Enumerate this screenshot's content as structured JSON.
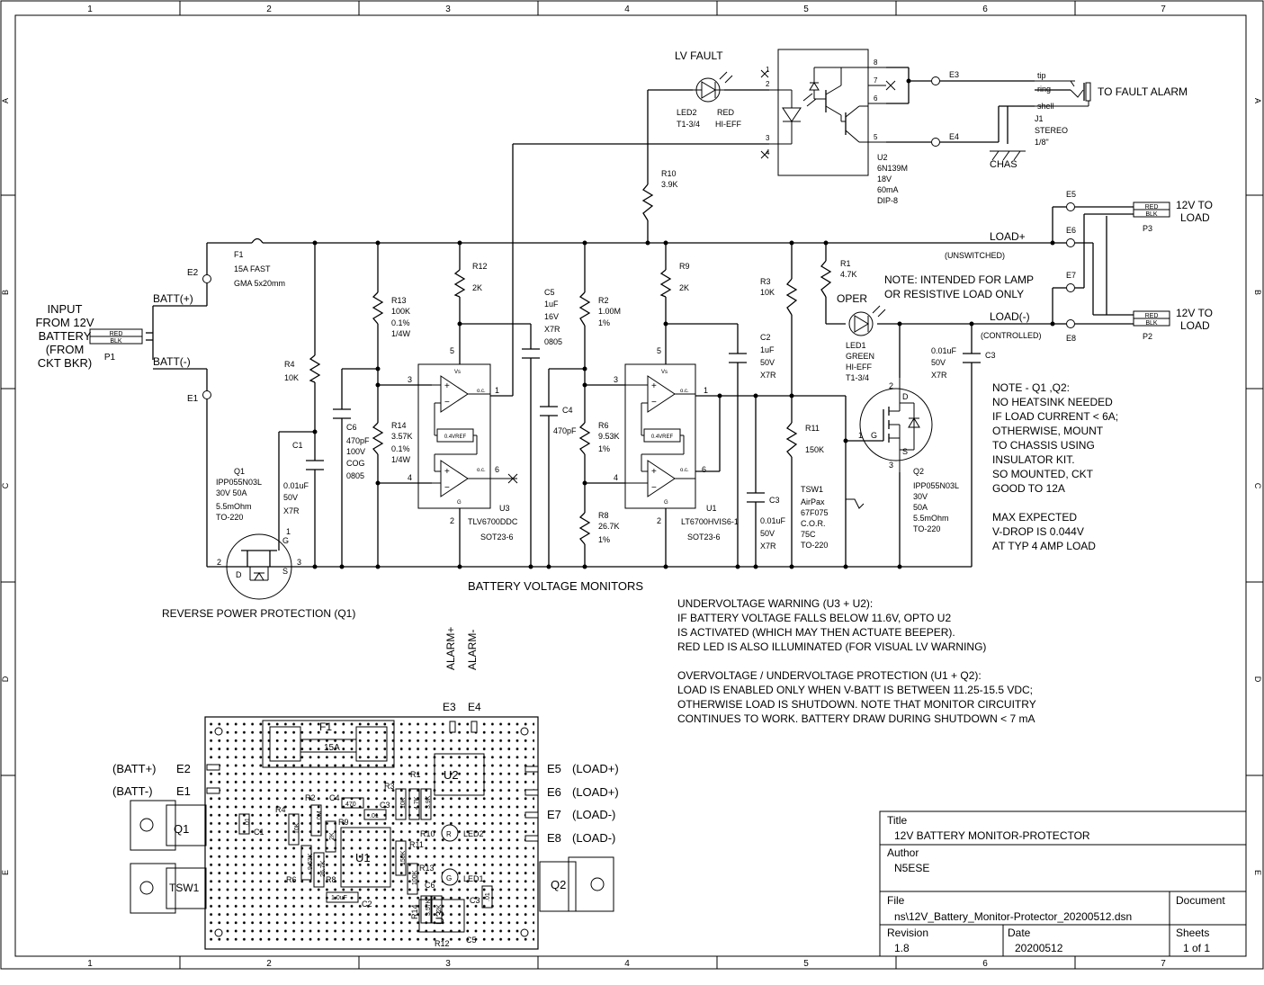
{
  "frame": {
    "cols": [
      "1",
      "2",
      "3",
      "4",
      "5",
      "6",
      "7"
    ],
    "rows": [
      "A",
      "B",
      "C",
      "D",
      "E"
    ]
  },
  "title_block": {
    "title_label": "Title",
    "title": "12V BATTERY MONITOR-PROTECTOR",
    "author_label": "Author",
    "author": "N5ESE",
    "file_label": "File",
    "file": "ns\\12V_Battery_Monitor-Protector_20200512.dsn",
    "document_label": "Document",
    "revision_label": "Revision",
    "revision": "1.8",
    "date_label": "Date",
    "date": "20200512",
    "sheets_label": "Sheets",
    "sheets": "1 of 1"
  },
  "input": {
    "lines": [
      "INPUT",
      "FROM 12V",
      "BATTERY",
      "(FROM",
      "CKT BKR)"
    ],
    "p1": "P1",
    "red": "RED",
    "blk": "BLK",
    "batt_pos": "BATT(+)",
    "batt_neg": "BATT(-)",
    "e1": "E1",
    "e2": "E2"
  },
  "fuse": {
    "ref": "F1",
    "l1": "15A FAST",
    "l2": "GMA 5x20mm"
  },
  "q1": {
    "lines": [
      "Q1",
      "IPP055N03L",
      "30V 50A",
      "5.5mOhm",
      "TO-220"
    ],
    "caption": "REVERSE POWER PROTECTION (Q1)",
    "pin2": "2",
    "pin3": "3",
    "pin1": "1",
    "d": "D",
    "s": "S",
    "g": "G"
  },
  "r4": {
    "ref": "R4",
    "val": "10K"
  },
  "c1": {
    "lines": [
      "C1",
      "0.01uF",
      "50V",
      "X7R"
    ]
  },
  "c6": {
    "lines": [
      "C6",
      "470pF",
      "100V",
      "COG",
      "0805"
    ]
  },
  "r13": {
    "lines": [
      "R13",
      "100K",
      "0.1%",
      "1/4W"
    ]
  },
  "r14": {
    "lines": [
      "R14",
      "3.57K",
      "0.1%",
      "1/4W"
    ]
  },
  "r12": {
    "ref": "R12",
    "val": "2K"
  },
  "u3": {
    "ref": "U3",
    "part": "TLV6700DDC",
    "pkg": "SOT23-6",
    "vref": "0.4VREF",
    "vs": "Vs",
    "oc1": "o.c.",
    "oc2": "o.c.",
    "g": "G",
    "p1": "1",
    "p2": "2",
    "p3": "3",
    "p4": "4",
    "p5": "5",
    "p6": "6"
  },
  "c5": {
    "lines": [
      "C5",
      "1uF",
      "16V",
      "X7R",
      "0805"
    ]
  },
  "c4": {
    "ref": "C4",
    "val": "470pF"
  },
  "r2": {
    "lines": [
      "R2",
      "1.00M",
      "1%"
    ]
  },
  "r6": {
    "lines": [
      "R6",
      "9.53K",
      "1%"
    ]
  },
  "r8": {
    "lines": [
      "R8",
      "26.7K",
      "1%"
    ]
  },
  "r9": {
    "ref": "R9",
    "val": "2K"
  },
  "u1": {
    "ref": "U1",
    "part": "LT6700HVIS6-1",
    "pkg": "SOT23-6",
    "vref": "0.4VREF",
    "vs": "Vs",
    "oc1": "o.c.",
    "oc2": "o.c.",
    "g": "G",
    "p1": "1",
    "p2": "2",
    "p3": "3",
    "p4": "4",
    "p5": "5",
    "p6": "6"
  },
  "monitors_caption": "BATTERY VOLTAGE MONITORS",
  "r10": {
    "ref": "R10",
    "val": "3.9K"
  },
  "led2": {
    "caption": "LV FAULT",
    "lines": [
      "LED2",
      "T1-3/4"
    ],
    "lines2": [
      "RED",
      "HI-EFF"
    ]
  },
  "u2": {
    "lines": [
      "U2",
      "6N139M",
      "18V",
      "60mA",
      "DIP-8"
    ],
    "p1": "1",
    "p2": "2",
    "p3": "3",
    "p4": "4",
    "p5": "5",
    "p6": "6",
    "p7": "7",
    "p8": "8"
  },
  "j1": {
    "e3": "E3",
    "e4": "E4",
    "tip": "tip",
    "ring": "ring",
    "shell": "shell",
    "lines": [
      "J1",
      "STEREO",
      "1/8\""
    ],
    "chas": "CHAS",
    "dest": "TO FAULT ALARM"
  },
  "r3": {
    "ref": "R3",
    "val": "10K"
  },
  "c2": {
    "lines": [
      "C2",
      "1uF",
      "50V",
      "X7R"
    ]
  },
  "c3b": {
    "lines": [
      "C3",
      "0.01uF",
      "50V",
      "X7R"
    ]
  },
  "r11": {
    "ref": "R11",
    "val": "150K"
  },
  "tsw1": {
    "lines": [
      "TSW1",
      "AirPax",
      "67F075",
      "C.O.R.",
      "75C",
      "TO-220"
    ]
  },
  "r1": {
    "ref": "R1",
    "val": "4.7K"
  },
  "led1": {
    "caption": "OPER",
    "lines": [
      "LED1",
      "GREEN",
      "HI-EFF",
      "T1-3/4"
    ]
  },
  "c3": {
    "lines": [
      "0.01uF",
      "50V",
      "X7R"
    ],
    "ref": "C3"
  },
  "q2": {
    "lines": [
      "Q2",
      "IPP055N03L",
      "30V",
      "50A",
      "5.5mOhm",
      "TO-220"
    ],
    "d": "D",
    "s": "S",
    "g": "G",
    "p1": "1",
    "p2": "2",
    "p3": "3"
  },
  "outputs": {
    "load_pos": "LOAD+",
    "unswitched": "(UNSWITCHED)",
    "load_neg": "LOAD(-)",
    "controlled": "(CONTROLLED)",
    "e5": "E5",
    "e6": "E6",
    "e7": "E7",
    "e8": "E8",
    "red": "RED",
    "blk": "BLK",
    "p3": "P3",
    "p2": "P2",
    "to_load1": [
      "12V TO",
      "LOAD"
    ],
    "to_load2": [
      "12V TO",
      "LOAD"
    ]
  },
  "note_lamp": [
    "NOTE: INTENDED FOR LAMP",
    "OR RESISTIVE LOAD ONLY"
  ],
  "note_q": [
    "NOTE - Q1 ,Q2:",
    "NO HEATSINK NEEDED",
    "IF LOAD CURRENT < 6A;",
    "OTHERWISE, MOUNT",
    "TO CHASSIS USING",
    "INSULATOR KIT.",
    "SO MOUNTED, CKT",
    "GOOD TO 12A",
    "",
    "MAX EXPECTED",
    "V-DROP IS 0.044V",
    "AT TYP 4 AMP LOAD"
  ],
  "desc": [
    "UNDERVOLTAGE WARNING (U3 + U2):",
    "IF BATTERY VOLTAGE FALLS BELOW 11.6V, OPTO U2",
    "IS ACTIVATED (WHICH MAY THEN ACTUATE BEEPER).",
    "RED LED IS ALSO ILLUMINATED (FOR VISUAL LV WARNING)",
    "",
    "OVERVOLTAGE / UNDERVOLTAGE PROTECTION (U1 + Q2):",
    "LOAD IS ENABLED ONLY WHEN V-BATT IS BETWEEN 11.25-15.5 VDC;",
    "OTHERWISE LOAD IS SHUTDOWN.  NOTE THAT MONITOR CIRCUITRY",
    "CONTINUES TO WORK.  BATTERY DRAW DURING SHUTDOWN < 7 mA"
  ],
  "layout": {
    "alarm_pos": "ALARM+",
    "alarm_neg": "ALARM-",
    "e3": "E3",
    "e4": "E4",
    "batt_pos": "(BATT+)",
    "e2": "E2",
    "batt_neg": "(BATT-)",
    "e1": "E1",
    "e5": "E5",
    "load5": "(LOAD+)",
    "e6": "E6",
    "load6": "(LOAD+)",
    "e7": "E7",
    "load7": "(LOAD-)",
    "e8": "E8",
    "load8": "(LOAD-)",
    "f1": "F1",
    "f1v": "15A",
    "q1": "Q1",
    "tsw1": "TSW1",
    "q2": "Q2",
    "u1": "U1",
    "u2": "U2",
    "u3": "U3",
    "r1": "R1",
    "r2": "R2",
    "r3": "R3",
    "r4": "R4",
    "r5": "R5",
    "r6": "R6",
    "r8": "R8",
    "r9": "R9",
    "r10": "R10",
    "r11": "R11",
    "r12": "R12",
    "r13": "R13",
    "r14": "R14",
    "c1": "C1",
    "c2": "C2",
    "c3": "C3",
    "c4": "C4",
    "c5": "C5",
    "c6": "C6",
    "led1": "LED1",
    "led2": "LED2",
    "v_01a": ".01",
    "v_10k": "10K",
    "v_10m": "1.0M",
    "v_953k": "9.53K",
    "v_267k": "26.7K",
    "v_2k": "2K",
    "v_470": "470",
    "v_01b": ".01",
    "v_10ka": "10K",
    "v_47k": "4.7K",
    "v_39k": "3.9K",
    "v_150k": "150K",
    "v_100k": "100K",
    "v_10uf": "1.0uF",
    "v_357k": "3.57K",
    "v_2kb": "2K",
    "v_01c": ".01",
    "r": "R",
    "g": "G",
    "c6v": "C6"
  }
}
